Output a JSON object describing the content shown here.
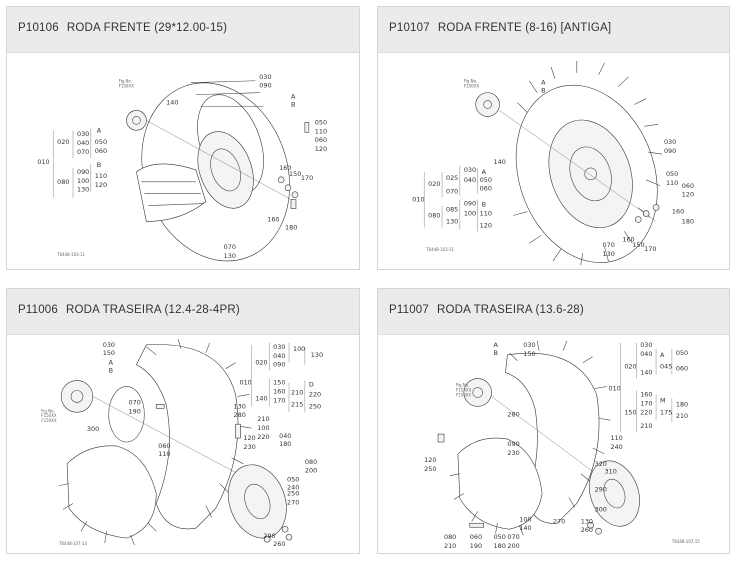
{
  "cards": [
    {
      "code": "P10106",
      "title": "RODA FRENTE (29*12.00-15)",
      "labels": {
        "fig": "Fig.No.",
        "fig2": "F150XX",
        "n140": "140",
        "n030": "030",
        "n090": "090",
        "a": "A",
        "b": "B",
        "n050": "050",
        "n110": "110",
        "n060": "060",
        "n120": "120",
        "n160": "160",
        "n150": "150",
        "n170": "170",
        "n180": "180",
        "n160b": "160",
        "n070": "070",
        "n130": "130",
        "t010": "010",
        "t020": "020",
        "t030": "030",
        "t040": "040",
        "t070": "070",
        "tA": "A",
        "t050": "050",
        "t060": "060",
        "t080": "080",
        "t090": "090",
        "t100": "100",
        "t130": "130",
        "tB": "B",
        "t110": "110",
        "t120": "120",
        "foot": "T6448-103-11"
      }
    },
    {
      "code": "P10107",
      "title": "RODA FRENTE (8-16) [ANTIGA]",
      "labels": {
        "fig": "Fig.No.",
        "fig2": "F150XX",
        "a": "A",
        "b": "B",
        "n140": "140",
        "n030": "030",
        "n090": "090",
        "n050": "050",
        "n110": "110",
        "n060": "060",
        "n120": "120",
        "n160": "160",
        "n180": "180",
        "n160b": "160",
        "n150": "150",
        "n170": "170",
        "n070": "070",
        "n130": "130",
        "t010": "010",
        "t020": "020",
        "t025": "025",
        "t070": "070",
        "t030": "030",
        "t040": "040",
        "tA": "A",
        "t050": "050",
        "t060": "060",
        "t080": "080",
        "t085": "085",
        "t130": "130",
        "t090": "090",
        "t100": "100",
        "tB": "B",
        "t110": "110",
        "t120": "120",
        "foot": "T6448-103-11"
      }
    },
    {
      "code": "P11006",
      "title": "RODA TRASEIRA (12.4-28-4PR)",
      "labels": {
        "n030": "030",
        "n150": "150",
        "a": "A",
        "b": "B",
        "fig": "Fig.No.",
        "fig2": "F150XX",
        "fig3": "F150XX",
        "n300": "300",
        "n070": "070",
        "n190": "190",
        "n130": "130",
        "n280": "280",
        "n100": "100",
        "n220": "220",
        "n210": "210",
        "n120": "120",
        "n230": "230",
        "n040": "040",
        "n060": "060",
        "n180": "180",
        "n110": "110",
        "n080": "080",
        "n200": "200",
        "n250": "250",
        "n270": "270",
        "n290": "290",
        "n260": "260",
        "n050": "050",
        "n240": "240",
        "t010": "010",
        "t020": "020",
        "t030": "030",
        "t040": "040",
        "t090": "090",
        "t100": "100",
        "t130": "130",
        "t140": "140",
        "t150": "150",
        "t160": "160",
        "t170": "170",
        "t210": "210",
        "tD": "D",
        "t215": "215",
        "t220": "220",
        "t250": "250",
        "foot": "T6448-107-14"
      }
    },
    {
      "code": "P11007",
      "title": "RODA TRASEIRA (13.6-28)",
      "labels": {
        "a": "A",
        "b": "B",
        "n030": "030",
        "n150": "150",
        "fig": "Fig.No.",
        "fig2": "F15XXX",
        "fig3": "F150XX",
        "n280": "280",
        "n090": "090",
        "n230": "230",
        "n120": "120",
        "n250": "250",
        "n110": "110",
        "n240": "240",
        "n320": "320",
        "n310": "310",
        "n080": "080",
        "n210": "210",
        "n060": "060",
        "n190": "190",
        "n050": "050",
        "n180": "180",
        "n070": "070",
        "n200": "200",
        "n100": "100",
        "n140": "140",
        "n270": "270",
        "n130": "130",
        "n260": "260",
        "n290": "290",
        "n300": "300",
        "t010": "010",
        "t020": "020",
        "t030": "030",
        "t040": "040",
        "t140": "140",
        "tA": "A",
        "t045": "045",
        "t050": "050",
        "t060": "060",
        "t150": "150",
        "t160": "160",
        "t170": "170",
        "t220": "220",
        "t210": "210",
        "tM": "M",
        "t175": "175",
        "t180": "180",
        "t210b": "210",
        "foot": "T6448-107-15"
      }
    }
  ]
}
